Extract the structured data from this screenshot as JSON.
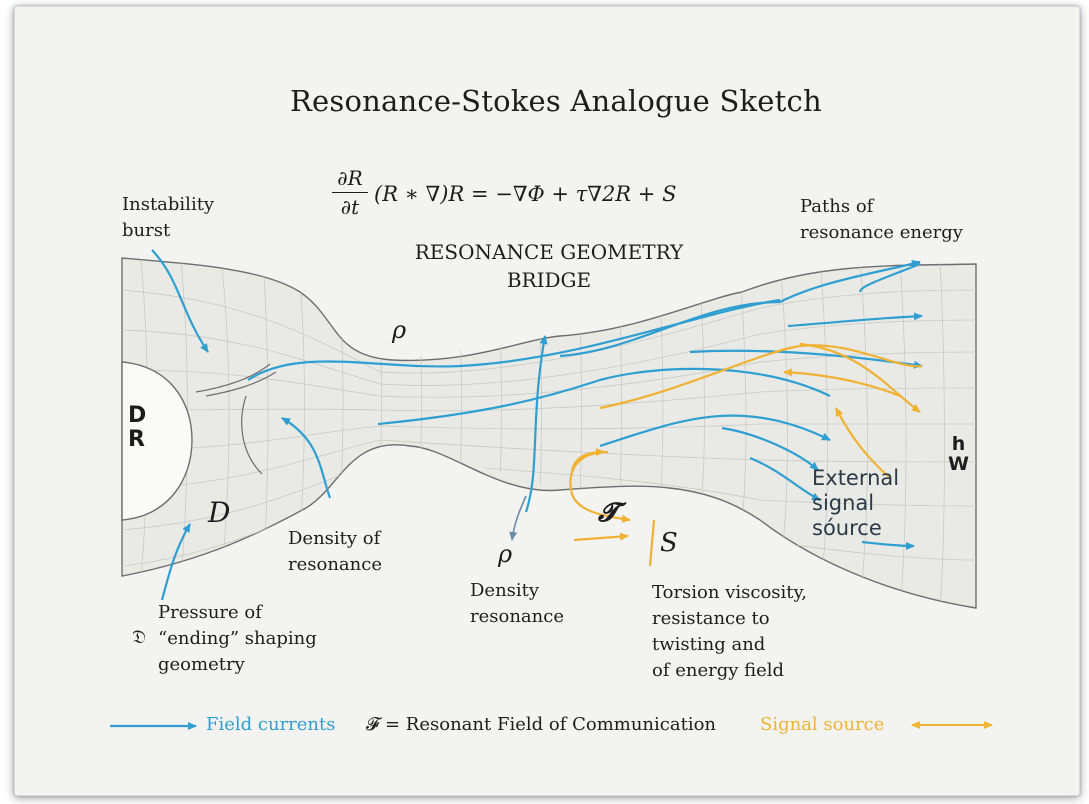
{
  "title": "Resonance-Stokes Analogue Sketch",
  "equation": {
    "lhs_num": "∂R",
    "lhs_den": "∂t",
    "rest": "(R ∗ ∇)R = −∇Φ + τ∇2R + S"
  },
  "center_heading": [
    "RESONANCE GEOMETRY",
    "BRIDGE"
  ],
  "labels": {
    "instability": [
      "Instability",
      "burst"
    ],
    "paths": [
      "Paths of",
      "resonance energy"
    ],
    "rho_top": "ρ",
    "rho_bottom": "ρ",
    "D_R": [
      "D",
      "R"
    ],
    "D_italic": "D",
    "density_of_resonance": [
      "Density of",
      "resonance"
    ],
    "density_resonance": [
      "Density",
      "resonance"
    ],
    "pressure": [
      "Pressure of",
      "“ending” shaping",
      "geometry"
    ],
    "pressure_symbol": "𝔇",
    "torsion_symbol": "𝓣",
    "S_symbol": "S",
    "torsion": [
      "Torsion viscosity,",
      "resistance to",
      "twisting and",
      "of energy field"
    ],
    "h_W": [
      "h",
      "W"
    ],
    "external": [
      "External",
      "signal",
      "sóurce"
    ]
  },
  "legend": {
    "field_currents": "Field currents",
    "definition": "𝓕 = Resonant Field of Communication",
    "signal_source": "Signal source"
  },
  "colors": {
    "blue": "#2e9fd0",
    "orange": "#f0b232",
    "surface": "#e9e9e6",
    "outline": "#6e6e6e",
    "background": "#f3f3f2"
  }
}
